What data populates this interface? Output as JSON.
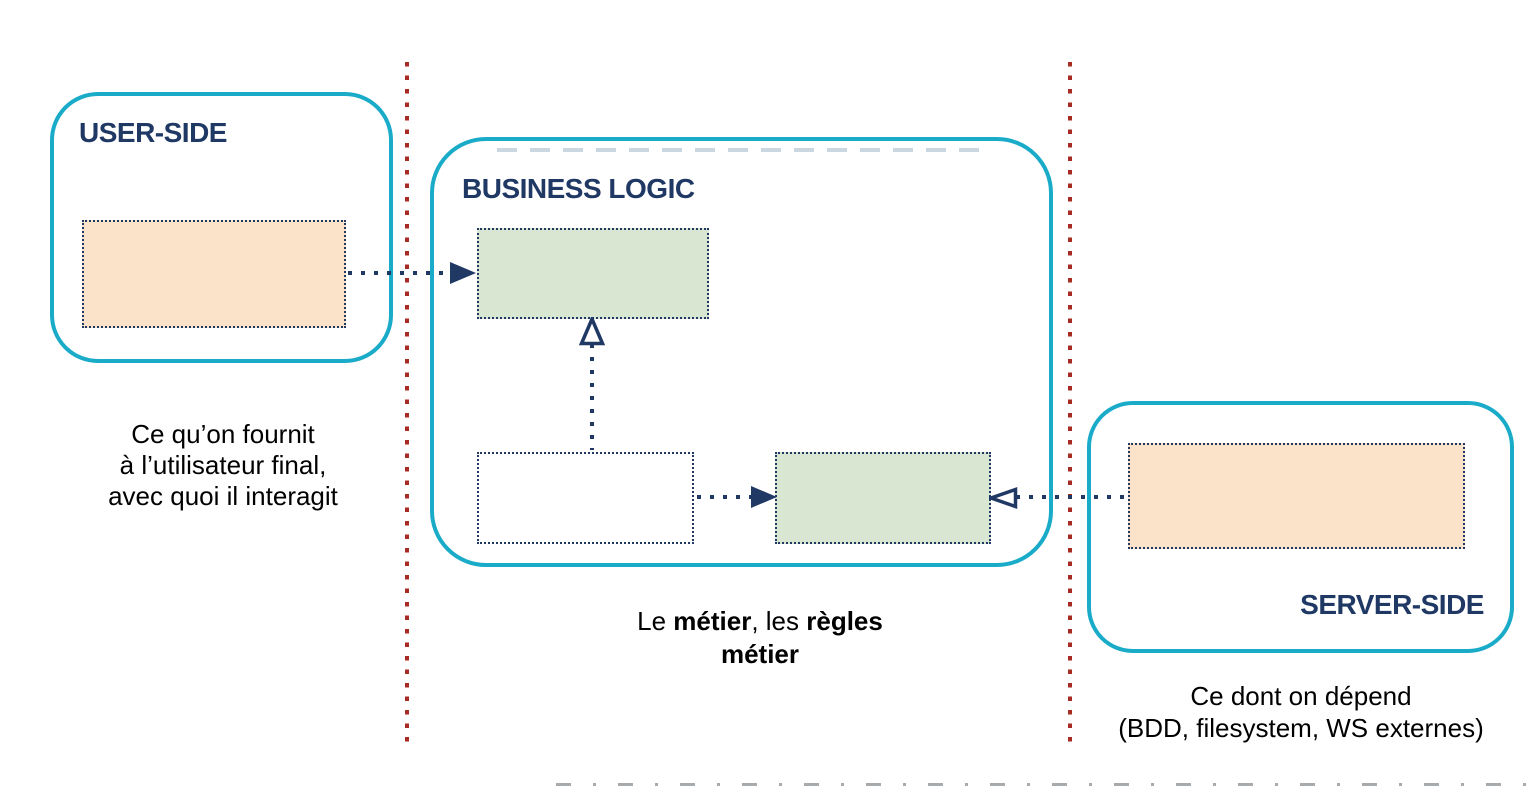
{
  "colors": {
    "accent_cyan": "#1aabc9",
    "navy": "#1f3864",
    "peach_fill": "#fae3c8",
    "green_fill": "#d9e7d2",
    "divider_red": "#a62b22",
    "caption_text": "#000000"
  },
  "zones": {
    "user_side": {
      "title": "USER-SIDE",
      "caption_lines": [
        "Ce qu’on fournit",
        "à l’utilisateur final,",
        "avec quoi il interagit"
      ]
    },
    "business_logic": {
      "title": "BUSINESS LOGIC",
      "caption_segments": [
        {
          "text": "Le ",
          "bold": false
        },
        {
          "text": "métier",
          "bold": true
        },
        {
          "text": ", les ",
          "bold": false
        },
        {
          "text": "règles",
          "bold": true
        },
        {
          "text": "métier",
          "bold": true
        }
      ]
    },
    "server_side": {
      "title": "SERVER-SIDE",
      "caption_lines": [
        "Ce dont on dépend",
        "(BDD, filesystem, WS externes)"
      ]
    }
  }
}
